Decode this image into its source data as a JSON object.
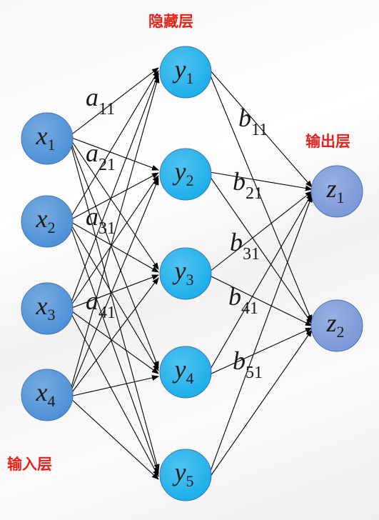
{
  "labels": {
    "hidden_layer": "隐藏层",
    "output_layer": "输出层",
    "input_layer": "输入层"
  },
  "colors": {
    "input_node": "#4a8fd6",
    "hidden_node": "#18aeea",
    "output_node": "#7897d8",
    "edge": "#000000",
    "layer_title": "#e8221b"
  },
  "nodes": {
    "input": [
      {
        "symbol": "x",
        "sub": "1"
      },
      {
        "symbol": "x",
        "sub": "2"
      },
      {
        "symbol": "x",
        "sub": "3"
      },
      {
        "symbol": "x",
        "sub": "4"
      }
    ],
    "hidden": [
      {
        "symbol": "y",
        "sub": "1"
      },
      {
        "symbol": "y",
        "sub": "2"
      },
      {
        "symbol": "y",
        "sub": "3"
      },
      {
        "symbol": "y",
        "sub": "4"
      },
      {
        "symbol": "y",
        "sub": "5"
      }
    ],
    "output": [
      {
        "symbol": "z",
        "sub": "1"
      },
      {
        "symbol": "z",
        "sub": "2"
      }
    ]
  },
  "weights": {
    "input_hidden": [
      {
        "symbol": "a",
        "sub": "11"
      },
      {
        "symbol": "a",
        "sub": "21"
      },
      {
        "symbol": "a",
        "sub": "31"
      },
      {
        "symbol": "a",
        "sub": "41"
      }
    ],
    "hidden_output": [
      {
        "symbol": "b",
        "sub": "11"
      },
      {
        "symbol": "b",
        "sub": "21"
      },
      {
        "symbol": "b",
        "sub": "31"
      },
      {
        "symbol": "b",
        "sub": "41"
      },
      {
        "symbol": "b",
        "sub": "51"
      }
    ]
  }
}
